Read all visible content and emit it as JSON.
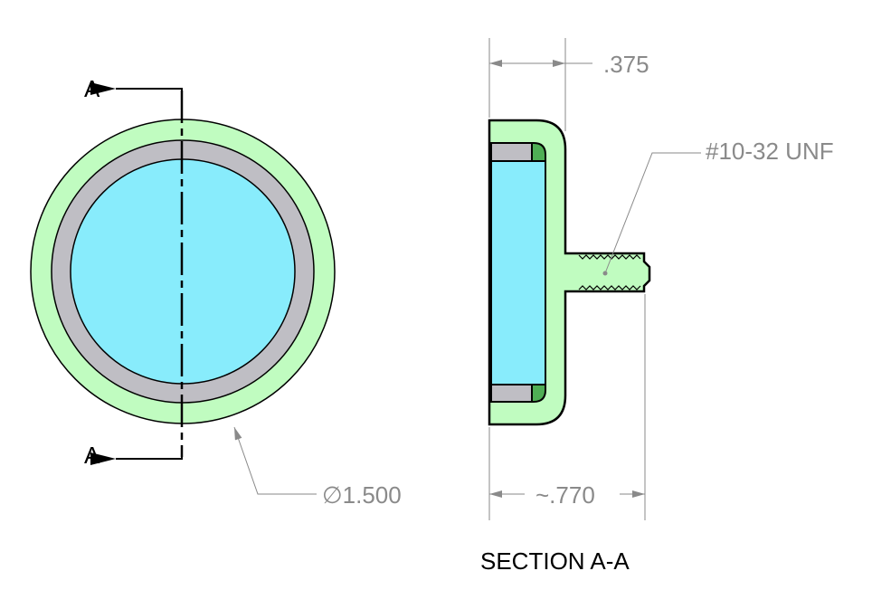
{
  "colors": {
    "housing": "#c0fcc0",
    "magnet": "#88ecfc",
    "ring": "#bfbec4",
    "fillet": "#4fae55",
    "dimension": "#8a8a8a"
  },
  "front_view": {
    "section_label_top": "A",
    "section_label_bottom": "A",
    "diameter_dimension": "∅1.500"
  },
  "section_view": {
    "title": "SECTION A-A",
    "thickness_dimension": ".375",
    "overall_length_dimension": "~.770",
    "thread_callout": "#10-32 UNF"
  }
}
